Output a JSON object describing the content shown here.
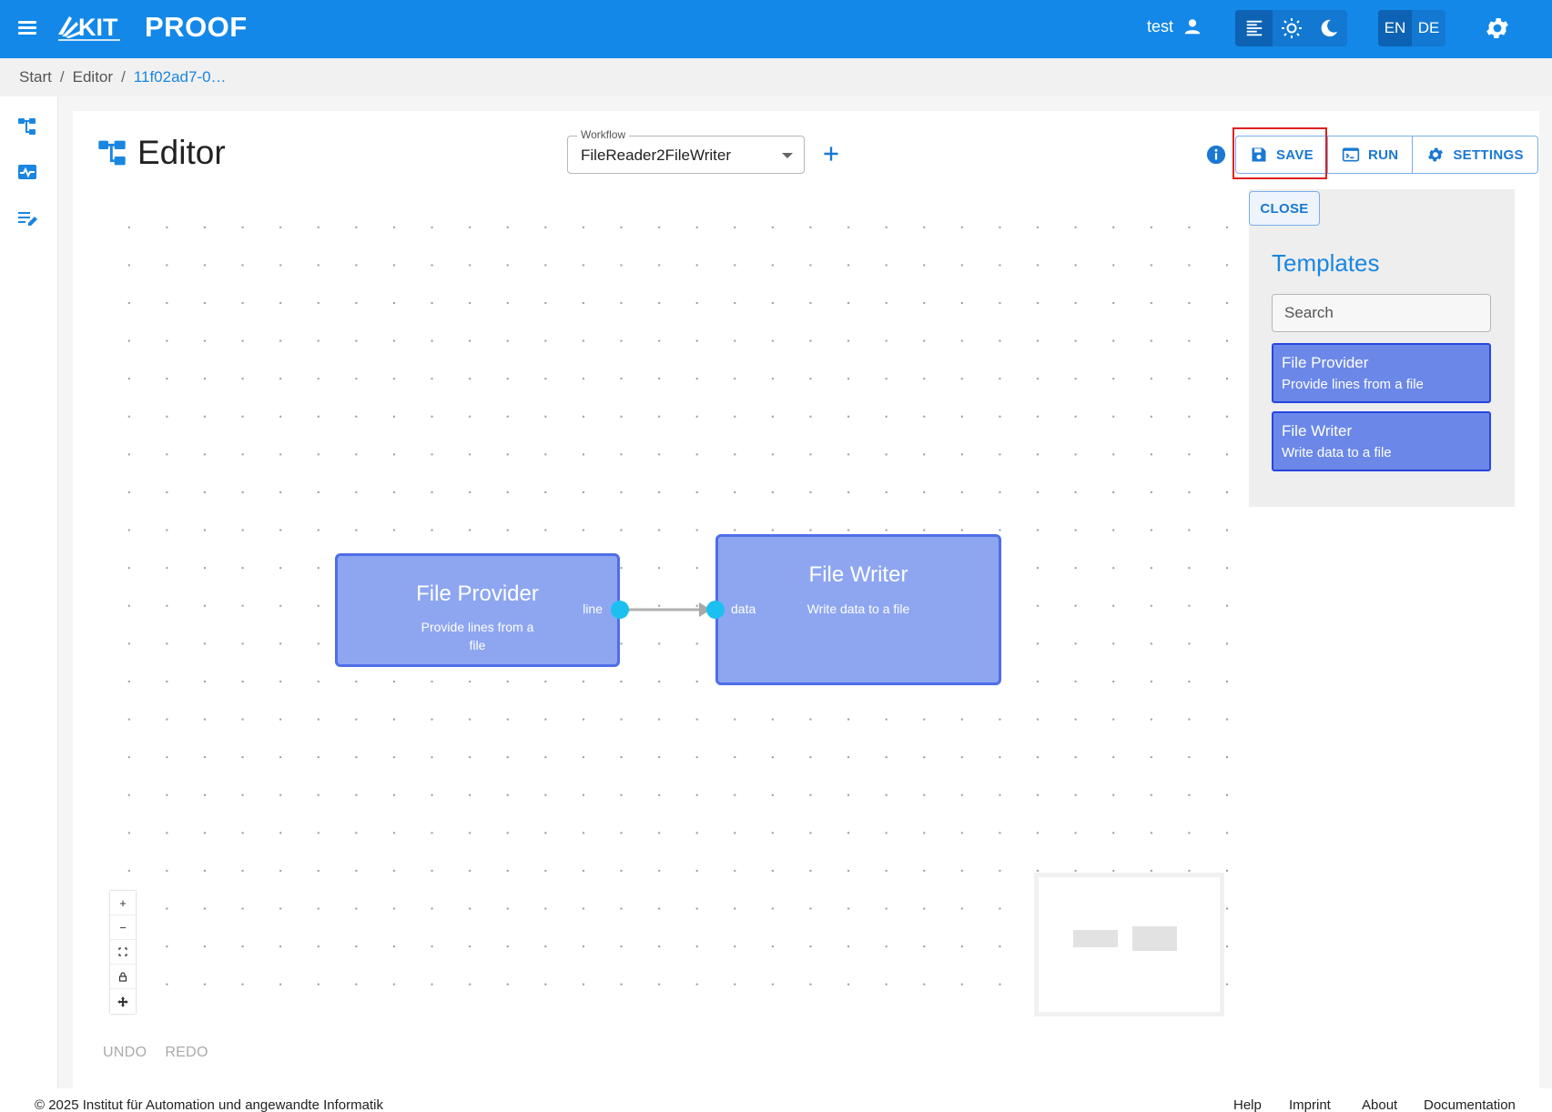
{
  "app": {
    "title": "PROOF",
    "logo_text": "KIT",
    "user": "test",
    "languages": [
      "EN",
      "DE"
    ],
    "active_language": "EN"
  },
  "breadcrumb": {
    "items": [
      "Start",
      "Editor",
      "11f02ad7-0…"
    ],
    "separator": "/"
  },
  "editor": {
    "title": "Editor",
    "workflow_label": "Workflow",
    "workflow_value": "FileReader2FileWriter",
    "buttons": {
      "save": "SAVE",
      "run": "RUN",
      "settings": "SETTINGS"
    },
    "undo": "UNDO",
    "redo": "REDO"
  },
  "canvas": {
    "nodes": [
      {
        "title": "File Provider",
        "description": "Provide lines from a file",
        "output_port": "line"
      },
      {
        "title": "File Writer",
        "description": "Write data to a file",
        "input_port": "data"
      }
    ],
    "zoom_controls": [
      "+",
      "−",
      "⛶",
      "🔒",
      "✚"
    ]
  },
  "templates": {
    "close_label": "CLOSE",
    "title": "Templates",
    "search_placeholder": "Search",
    "items": [
      {
        "title": "File Provider",
        "description": "Provide lines from a file"
      },
      {
        "title": "File Writer",
        "description": "Write data to a file"
      }
    ]
  },
  "footer": {
    "copyright": "© 2025 Institut für Automation und angewandte Informatik",
    "links": [
      "Help",
      "Imprint",
      "About",
      "Documentation"
    ]
  },
  "colors": {
    "appbar": "#1388e8",
    "accent": "#1a86e0",
    "node_fill": "#8ea6f0",
    "node_border": "#4f6ee8",
    "port": "#1cc0f0",
    "highlight": "#e02020"
  }
}
